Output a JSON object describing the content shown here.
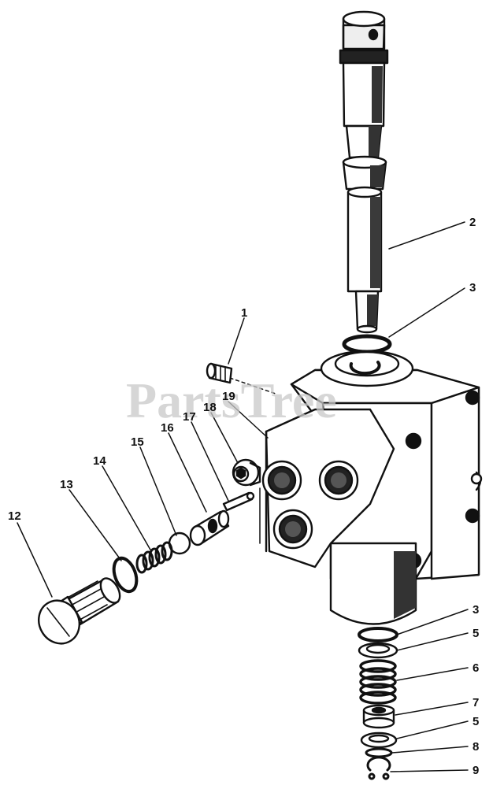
{
  "watermark": "PartsTree",
  "callouts": [
    {
      "id": "c2",
      "label": "2"
    },
    {
      "id": "c3a",
      "label": "3"
    },
    {
      "id": "c1",
      "label": "1"
    },
    {
      "id": "c19",
      "label": "19"
    },
    {
      "id": "c18",
      "label": "18"
    },
    {
      "id": "c17",
      "label": "17"
    },
    {
      "id": "c16",
      "label": "16"
    },
    {
      "id": "c15",
      "label": "15"
    },
    {
      "id": "c14",
      "label": "14"
    },
    {
      "id": "c13",
      "label": "13"
    },
    {
      "id": "c12",
      "label": "12"
    },
    {
      "id": "c3b",
      "label": "3"
    },
    {
      "id": "c5a",
      "label": "5"
    },
    {
      "id": "c6",
      "label": "6"
    },
    {
      "id": "c7",
      "label": "7"
    },
    {
      "id": "c5b",
      "label": "5"
    },
    {
      "id": "c8",
      "label": "8"
    },
    {
      "id": "c9",
      "label": "9"
    }
  ]
}
